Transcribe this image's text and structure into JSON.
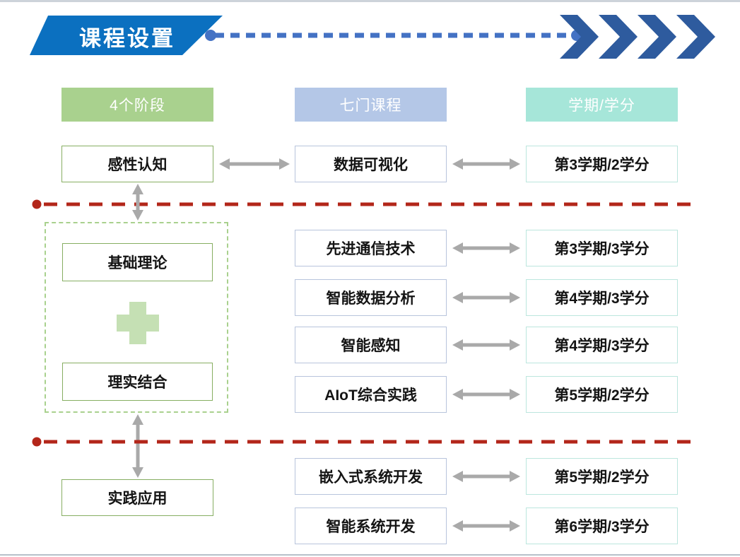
{
  "banner": {
    "title": "课程设置"
  },
  "headers": {
    "stages": "4个阶段",
    "courses": "七门课程",
    "credits": "学期/学分"
  },
  "sections": [
    {
      "stage": "感性认知",
      "rows": [
        {
          "course": "数据可视化",
          "credit": "第3学期/2学分"
        }
      ]
    },
    {
      "stages": [
        "基础理论",
        "理实结合"
      ],
      "rows": [
        {
          "course": "先进通信技术",
          "credit": "第3学期/3学分"
        },
        {
          "course": "智能数据分析",
          "credit": "第4学期/3学分"
        },
        {
          "course": "智能感知",
          "credit": "第4学期/3学分"
        },
        {
          "course": "AIoT综合实践",
          "credit": "第5学期/2学分"
        }
      ]
    },
    {
      "stage": "实践应用",
      "rows": [
        {
          "course": "嵌入式系统开发",
          "credit": "第5学期/2学分"
        },
        {
          "course": "智能系统开发",
          "credit": "第6学期/3学分"
        }
      ]
    }
  ],
  "icons": {
    "chevron_right": "»",
    "plus": "+",
    "double_arrow_horizontal": "↔",
    "double_arrow_vertical": "↕",
    "dot": "●"
  },
  "colors": {
    "banner_blue": "#0b70c0",
    "chevron_blue": "#2e5b9e",
    "dashed_connector_blue": "#4472c4",
    "header_green": "#a9d18e",
    "header_periwinkle": "#b4c7e7",
    "header_teal": "#a6e6d9",
    "stage_box_border": "#87ae62",
    "course_box_border": "#b8c4dc",
    "credit_box_border": "#bce6de",
    "divider_red": "#b3261a",
    "arrow_gray": "#a9a9a9",
    "plus_green": "#c5e0b4"
  }
}
